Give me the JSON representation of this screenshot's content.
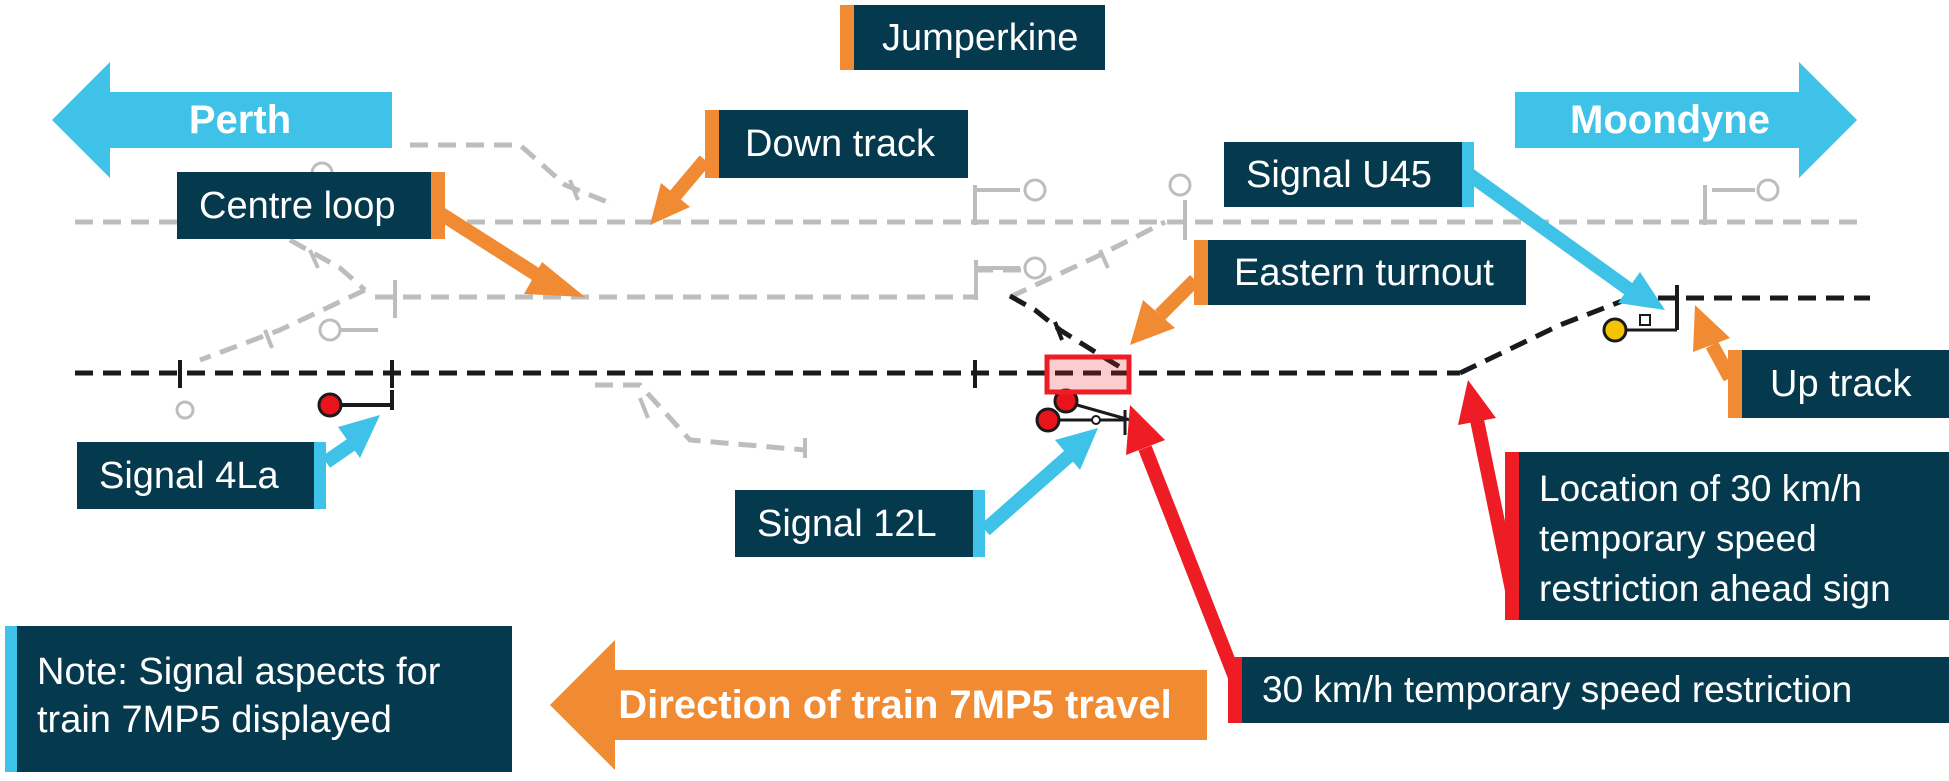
{
  "directions": {
    "left": "Perth",
    "right": "Moondyne",
    "travel": "Direction of train 7MP5 travel"
  },
  "labels": {
    "station": "Jumperkine",
    "down_track": "Down track",
    "centre_loop": "Centre loop",
    "signal_u45": "Signal U45",
    "eastern_turnout": "Eastern turnout",
    "up_track": "Up track",
    "signal_4la": "Signal 4La",
    "signal_12l": "Signal 12L",
    "tsr_ahead_sign": "Location of 30 km/h temporary speed restriction ahead sign",
    "tsr": "30 km/h temporary speed restriction",
    "note": "Note: Signal aspects for train 7MP5 displayed"
  },
  "colors": {
    "label_bg": "#04394e",
    "orange": "#f08a33",
    "blue": "#3fc2e8",
    "red": "#ee1c25",
    "track_active": "#1a1a1a",
    "track_inactive": "#bdbdbd",
    "signal_red": "#e8131b",
    "signal_yellow": "#f5c400"
  }
}
